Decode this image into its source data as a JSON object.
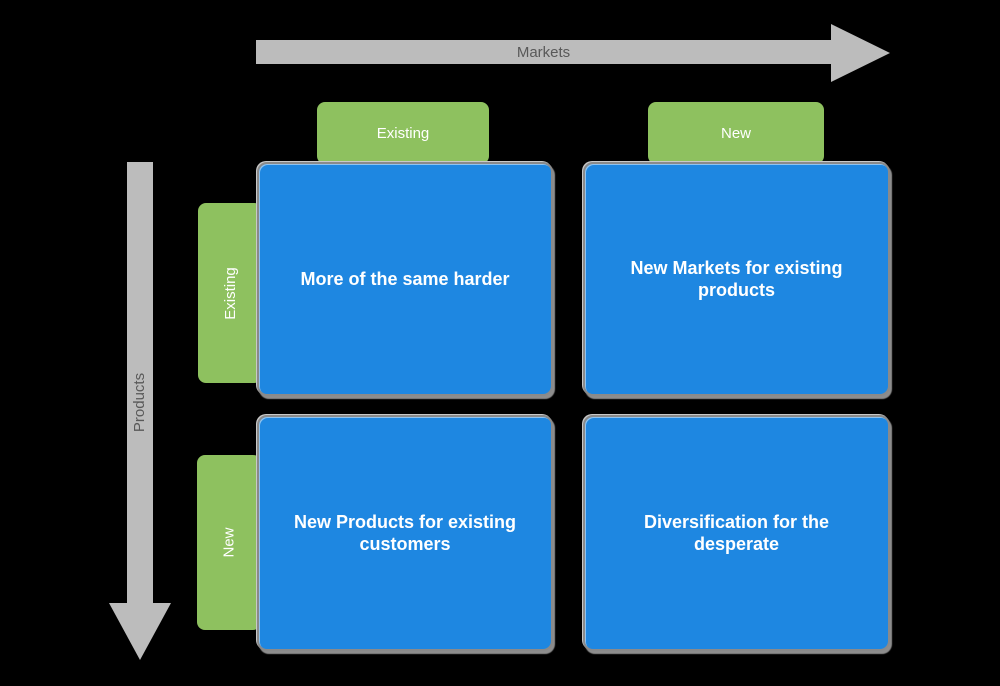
{
  "colors": {
    "background": "#000000",
    "arrow_fill": "#BCBCBC",
    "arrow_text": "#595959",
    "header_fill": "#8EC15F",
    "header_text": "#FFFFFF",
    "quadrant_fill": "#1E87E1",
    "quadrant_border": "#8A8A8A",
    "quadrant_text": "#FFFFFF"
  },
  "axes": {
    "horizontal": {
      "label": "Markets"
    },
    "vertical": {
      "label": "Products"
    }
  },
  "column_headers": [
    {
      "label": "Existing"
    },
    {
      "label": "New"
    }
  ],
  "row_headers": [
    {
      "label": "Existing"
    },
    {
      "label": "New"
    }
  ],
  "quadrants": [
    {
      "position": "top-left",
      "column": "Existing",
      "row": "Existing",
      "label": "More of the same harder"
    },
    {
      "position": "top-right",
      "column": "New",
      "row": "Existing",
      "label": "New Markets for existing products"
    },
    {
      "position": "bottom-left",
      "column": "Existing",
      "row": "New",
      "label": "New Products for existing customers"
    },
    {
      "position": "bottom-right",
      "column": "New",
      "row": "New",
      "label": "Diversification for the desperate"
    }
  ]
}
